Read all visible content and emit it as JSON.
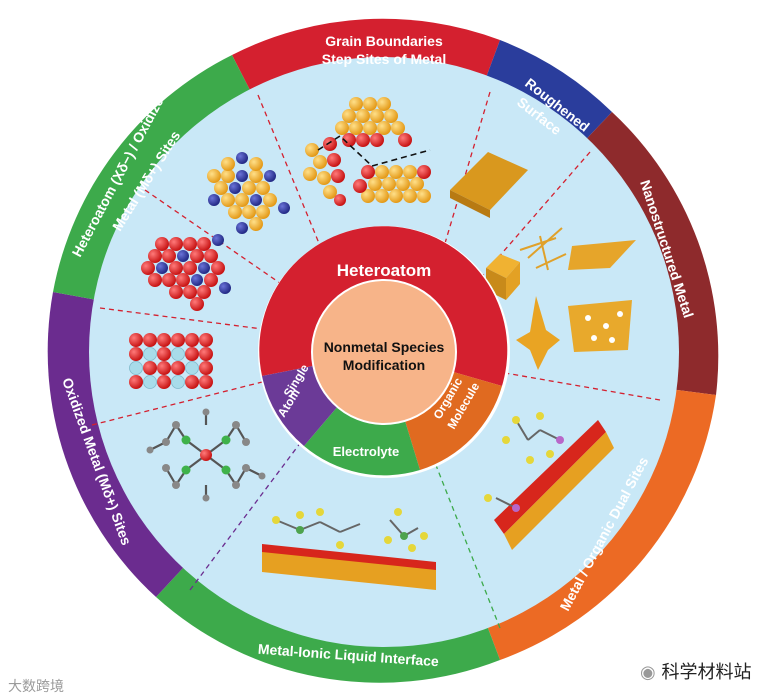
{
  "title": "Nonmetal Species Modification",
  "outer_segments": [
    {
      "id": "grain",
      "line1": "Grain Boundaries",
      "line2": "Step Sites of Metal",
      "color": "#d4202f"
    },
    {
      "id": "rough",
      "line1": "Roughened",
      "line2": "Surface",
      "color": "#2a3d9c"
    },
    {
      "id": "nano",
      "line1": "Nanostructured Metal",
      "line2": "",
      "color": "#8e2a2c"
    },
    {
      "id": "dual",
      "line1": "Metal / Organic Dual Sites",
      "line2": "",
      "color": "#ec6a24"
    },
    {
      "id": "ionic",
      "line1": "Metal-Ionic Liquid Interface",
      "line2": "",
      "color": "#3daa4b"
    },
    {
      "id": "oxid",
      "line1": "Oxidized Metal (Mδ+) Sites",
      "line2": "",
      "color": "#6b2c8f"
    },
    {
      "id": "hetero",
      "line1": "Heteroatom (Xδ−) / Oxidized",
      "line2": "Metal (Mδ+) Sites",
      "color": "#3daa4b"
    }
  ],
  "inner_segments": [
    {
      "id": "heteroatom",
      "label": "Heteroatom",
      "color": "#d4202f"
    },
    {
      "id": "organic",
      "line1": "Organic",
      "line2": "Molecule",
      "color": "#e06a20"
    },
    {
      "id": "electrolyte",
      "label": "Electrolyte",
      "color": "#3daa4b"
    },
    {
      "id": "single",
      "line1": "Single",
      "line2": "Atom",
      "color": "#6b3a97"
    }
  ],
  "watermarks": {
    "left": "大数跨境",
    "right": "科学材料站"
  }
}
